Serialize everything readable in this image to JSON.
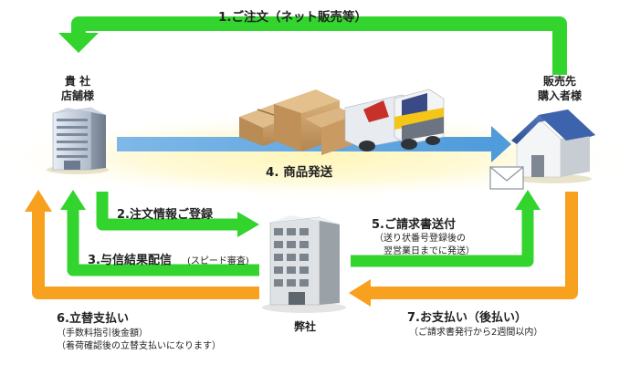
{
  "nodes": {
    "merchant": {
      "line1": "貴 社",
      "line2": "店舗様"
    },
    "buyer": {
      "line1": "販売先",
      "line2": "購入者様"
    },
    "company": {
      "label": "弊社"
    }
  },
  "steps": {
    "step1": {
      "label": "1.ご注文（ネット販売等）"
    },
    "step2": {
      "label": "2.注文情報ご登録"
    },
    "step3": {
      "label": "3.与信結果配信",
      "note": "(スピード審査)"
    },
    "step4": {
      "label": "4. 商品発送"
    },
    "step5": {
      "label": "5.ご請求書送付",
      "note1": "（送り状番号登録後の",
      "note2": "翌営業日までに発送）"
    },
    "step6": {
      "label": "6.立替支払い",
      "note1": "（手数料指引後金額）",
      "note2": "（着荷確認後の立替支払いになります）"
    },
    "step7": {
      "label": "7.お支払い（後払い）",
      "note": "（ご請求書発行から2週間以内）"
    }
  },
  "colors": {
    "green": "#33d42e",
    "orange": "#f7a11e",
    "blue": "#5ea6df",
    "glow": "#fff3a6"
  }
}
